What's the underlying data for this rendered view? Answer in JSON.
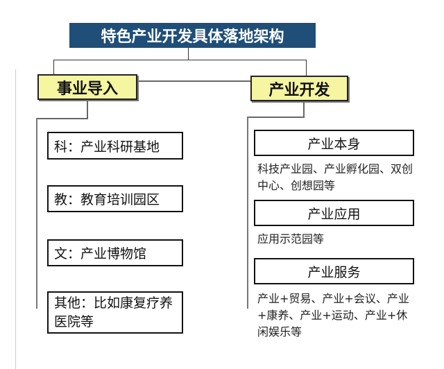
{
  "title": "特色产业开发具体落地架构",
  "left": {
    "heading": "事业导入",
    "items": [
      "科：产业科研基地",
      "教：教育培训园区",
      "文：产业博物馆",
      "其他：比如康复疗养医院等"
    ]
  },
  "right": {
    "heading": "产业开发",
    "sections": [
      {
        "label": "产业本身",
        "desc": "科技产业园、产业孵化园、双创中心、创想园等"
      },
      {
        "label": "产业应用",
        "desc": "应用示范园等"
      },
      {
        "label": "产业服务",
        "desc": "产业+贸易、产业+会议、产业+康养、产业+运动、产业+休闲娱乐等"
      }
    ]
  },
  "colors": {
    "title_bg": "#1f4e79",
    "heading_bg": "#f6f5a0"
  }
}
